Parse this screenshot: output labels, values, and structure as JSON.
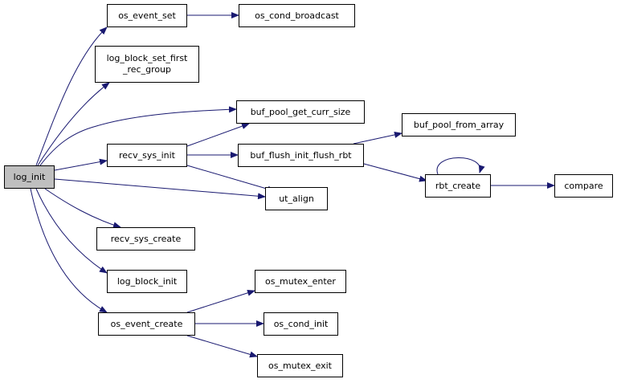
{
  "colors": {
    "edge": "#191970",
    "root_fill": "#bfbfbf",
    "node_fill": "#ffffff",
    "border": "#000000"
  },
  "nodes": {
    "log_init": "log_init",
    "os_event_set": "os_event_set",
    "os_cond_broadcast": "os_cond_broadcast",
    "log_block_set_first_rec_group": "log_block_set_first\n_rec_group",
    "buf_pool_get_curr_size": "buf_pool_get_curr_size",
    "buf_pool_from_array": "buf_pool_from_array",
    "recv_sys_init": "recv_sys_init",
    "buf_flush_init_flush_rbt": "buf_flush_init_flush_rbt",
    "rbt_create": "rbt_create",
    "compare": "compare",
    "ut_align": "ut_align",
    "recv_sys_create": "recv_sys_create",
    "log_block_init": "log_block_init",
    "os_mutex_enter": "os_mutex_enter",
    "os_event_create": "os_event_create",
    "os_cond_init": "os_cond_init",
    "os_mutex_exit": "os_mutex_exit"
  },
  "edges": [
    [
      "log_init",
      "os_event_set"
    ],
    [
      "log_init",
      "log_block_set_first_rec_group"
    ],
    [
      "log_init",
      "buf_pool_get_curr_size"
    ],
    [
      "log_init",
      "recv_sys_init"
    ],
    [
      "log_init",
      "ut_align"
    ],
    [
      "log_init",
      "recv_sys_create"
    ],
    [
      "log_init",
      "log_block_init"
    ],
    [
      "log_init",
      "os_event_create"
    ],
    [
      "os_event_set",
      "os_cond_broadcast"
    ],
    [
      "recv_sys_init",
      "buf_pool_get_curr_size"
    ],
    [
      "recv_sys_init",
      "buf_flush_init_flush_rbt"
    ],
    [
      "recv_sys_init",
      "ut_align"
    ],
    [
      "buf_flush_init_flush_rbt",
      "buf_pool_from_array"
    ],
    [
      "buf_flush_init_flush_rbt",
      "rbt_create"
    ],
    [
      "rbt_create",
      "rbt_create"
    ],
    [
      "rbt_create",
      "compare"
    ],
    [
      "os_event_create",
      "os_mutex_enter"
    ],
    [
      "os_event_create",
      "os_cond_init"
    ],
    [
      "os_event_create",
      "os_mutex_exit"
    ]
  ]
}
